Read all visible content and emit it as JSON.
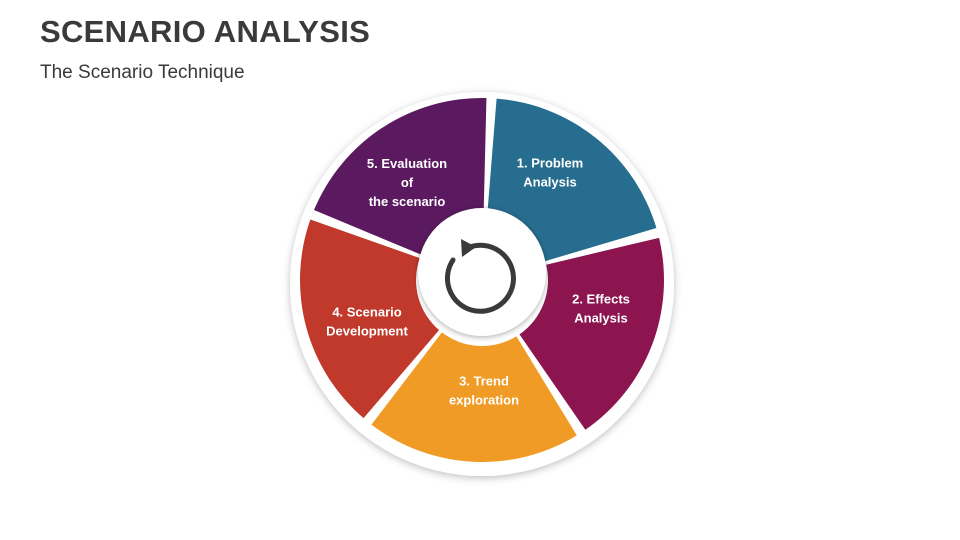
{
  "header": {
    "title": "SCENARIO ANALYSIS",
    "subtitle": "The Scenario Technique"
  },
  "segments": [
    {
      "lines": [
        "1. Problem",
        "Analysis"
      ],
      "color": "#276d8f"
    },
    {
      "lines": [
        "2. Effects",
        "Analysis"
      ],
      "color": "#8c1550"
    },
    {
      "lines": [
        "3. Trend",
        "exploration"
      ],
      "color": "#f09b25"
    },
    {
      "lines": [
        "4. Scenario",
        "Development"
      ],
      "color": "#c0392b"
    },
    {
      "lines": [
        "5. Evaluation",
        "of",
        "the scenario"
      ],
      "color": "#5b1a5f"
    }
  ],
  "center_icon": "cycle-arrow-icon"
}
